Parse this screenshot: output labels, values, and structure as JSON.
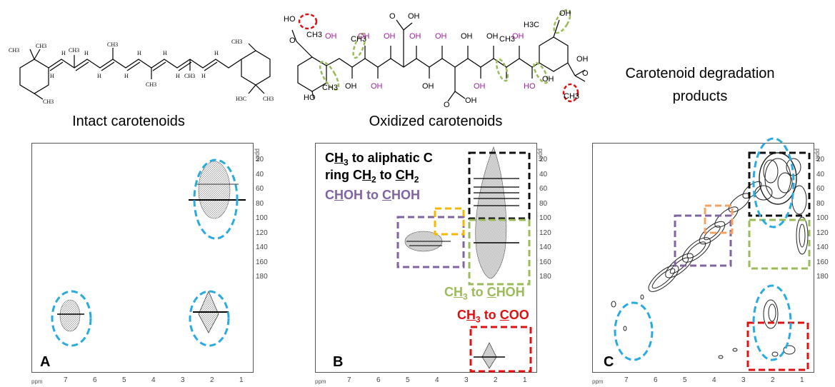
{
  "captions": {
    "intact": "Intact carotenoids",
    "oxidized": "Oxidized carotenoids",
    "degradation_line1": "Carotenoid degradation",
    "degradation_line2": "products"
  },
  "panels": [
    {
      "label": "A"
    },
    {
      "label": "B"
    },
    {
      "label": "C"
    }
  ],
  "axis": {
    "unit": "ppm",
    "y_ticks": [
      "20",
      "40",
      "60",
      "80",
      "100",
      "120",
      "140",
      "160",
      "180"
    ],
    "x_ticks": [
      "7",
      "6",
      "5",
      "4",
      "3",
      "2",
      "1"
    ]
  },
  "assignments": {
    "ch3_aliphatic": "CH3 to aliphatic C",
    "ring": "ring CH2 to CH2",
    "choh": "CHOH to CHOH",
    "ch3_choh": "CH3 to CHOH",
    "ch3_coo": "CH3 to COO"
  },
  "colors": {
    "cyan": "#29aae1",
    "black_box": "#111111",
    "green_box": "#9bbb59",
    "purple_box": "#8064a2",
    "orange_box": "#f4a460",
    "yellow_box": "#f5b800",
    "red_box": "#e01010",
    "magenta_oh": "#a020a0",
    "green_text": "#9bbb59",
    "purple_text": "#8064a2",
    "red_text": "#e01010"
  },
  "structure_labels": {
    "oh": "OH",
    "ho": "HO",
    "ch3": "CH3",
    "h3c": "H3C",
    "h": "H",
    "o": "O"
  }
}
